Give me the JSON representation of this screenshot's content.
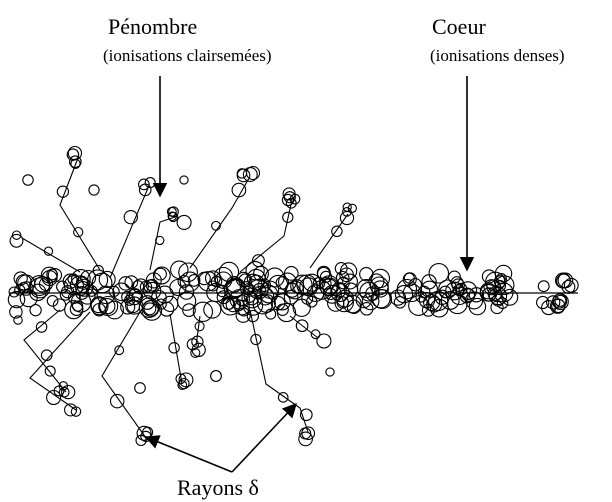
{
  "labels": {
    "penumbra_title": "Pénombre",
    "penumbra_sub": "(ionisations clairsemées)",
    "core_title": "Coeur",
    "core_sub": "(ionisations denses)",
    "delta_rays": "Rayons δ"
  },
  "colors": {
    "ink": "#000000",
    "background": "#ffffff"
  }
}
